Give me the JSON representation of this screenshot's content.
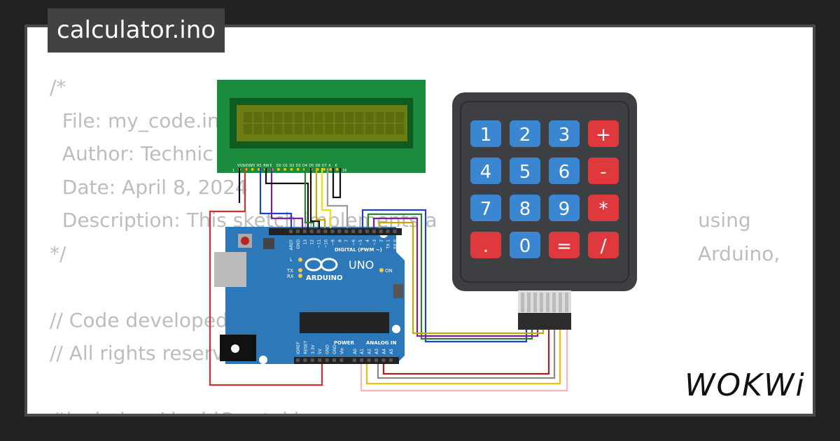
{
  "title": "calculator.ino",
  "code_lines": [
    "/*",
    "  File: my_code.ino",
    "  Author: Technic",
    "  Date: April 8, 2024",
    "  Description: This sketch implements a",
    "*/",
    "",
    "// Code developed by Shubham",
    "// All rights reserved",
    "",
    "#include <LiquidCrystal.h>"
  ],
  "code_fragment_right": "using Arduino,",
  "lcd": {
    "pin_labels": [
      "VSS",
      "VDD",
      "V0",
      "RS",
      "RW",
      "E",
      "D0",
      "D1",
      "D2",
      "D3",
      "D4",
      "D5",
      "D6",
      "D7",
      "A",
      "K"
    ],
    "pin_first": "1",
    "pin_last": "16"
  },
  "arduino": {
    "brand": "ARDUINO",
    "model": "UNO",
    "digital_label": "DIGITAL (PWM ~)",
    "power_label": "POWER",
    "analog_label": "ANALOG IN",
    "top_pins": [
      "AREF",
      "GND",
      "13",
      "12",
      "~11",
      "~10",
      "~9",
      "8",
      "7",
      "~6",
      "~5",
      "4",
      "~3",
      "2",
      "TX 1",
      "RX 0"
    ],
    "bottom_pins": [
      "IOREF",
      "RESET",
      "3.3V",
      "5V",
      "GND",
      "GND",
      "Vin",
      "A0",
      "A1",
      "A2",
      "A3",
      "A4",
      "A5"
    ],
    "led_labels": {
      "l": "L",
      "tx": "TX",
      "rx": "RX",
      "on": "ON"
    }
  },
  "keypad": {
    "keys": [
      "1",
      "2",
      "3",
      "+",
      "4",
      "5",
      "6",
      "-",
      "7",
      "8",
      "9",
      "*",
      ".",
      "0",
      "=",
      "/"
    ]
  },
  "colors": {
    "key_blue": "#3a86d1",
    "key_red": "#e0393d",
    "board": "#2c78b8",
    "lcd_pcb": "#1a8a3c",
    "lcd_screen": "#6b7d12",
    "keypad_body": "#3d3f42"
  },
  "logo": "WOKWi"
}
